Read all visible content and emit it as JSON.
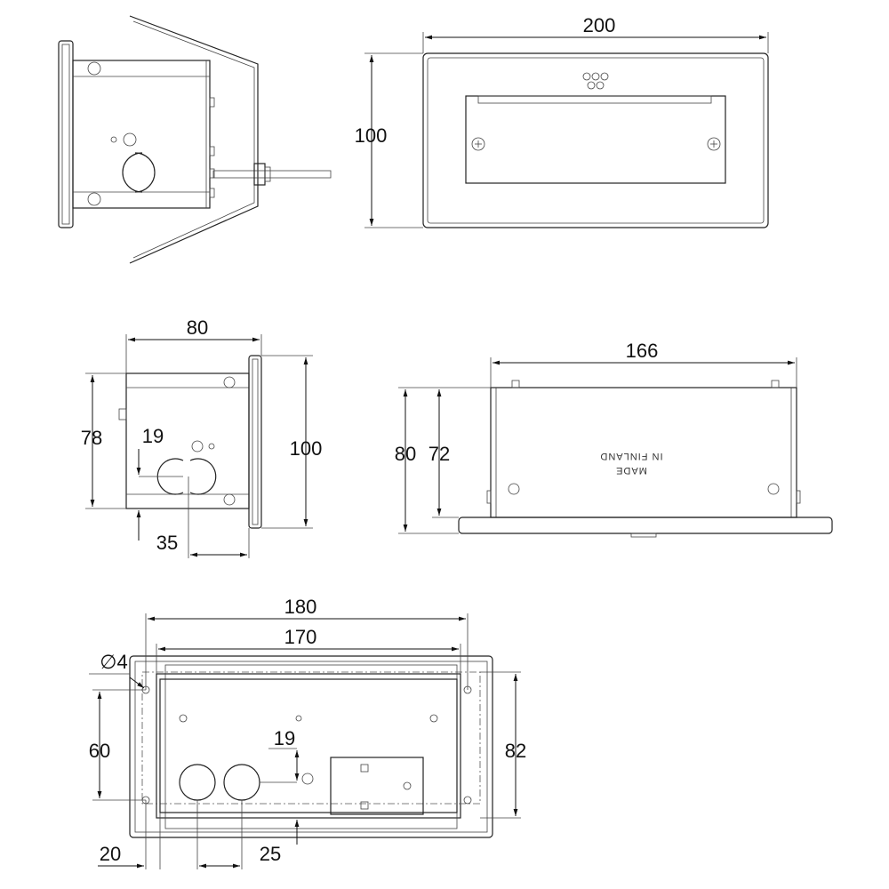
{
  "drawing": {
    "top_right_view": {
      "width_label": "200",
      "height_label": "100"
    },
    "side_view": {
      "width_label": "80",
      "height_outer_label": "100",
      "height_inner_label": "78",
      "hole_offset_label": "19",
      "hole_horizontal_label": "35"
    },
    "front_view": {
      "width_label": "166",
      "height_outer_label": "80",
      "height_inner_label": "72",
      "stamp_line1": "MADE",
      "stamp_line2": "IN FINLAND"
    },
    "bottom_view": {
      "outer_width_label": "180",
      "inner_width_label": "170",
      "hole_diameter_label": "∅4",
      "vertical_spacing_label": "60",
      "height_label": "82",
      "hole_offset_label": "19",
      "left_offset_label": "20",
      "hole_spacing_label": "25"
    }
  }
}
